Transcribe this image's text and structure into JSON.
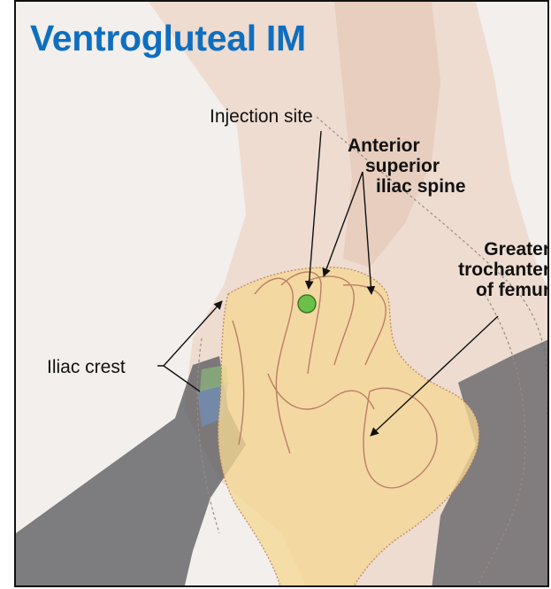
{
  "title": "Ventrogluteal IM",
  "labels": {
    "injection_site": "Injection site",
    "anterior_superior_iliac_spine": [
      "Anterior",
      "superior",
      "iliac spine"
    ],
    "greater_trochanter": [
      "Greater",
      "trochanter",
      "of femur"
    ],
    "iliac_crest": "Iliac crest"
  },
  "colors": {
    "title": "#0e6fc0",
    "injection_dot": "#6cc04a",
    "hand_overlay": "#f7dc9c",
    "skin": "#e8cbb8",
    "clothing": "#4a4a4e"
  }
}
